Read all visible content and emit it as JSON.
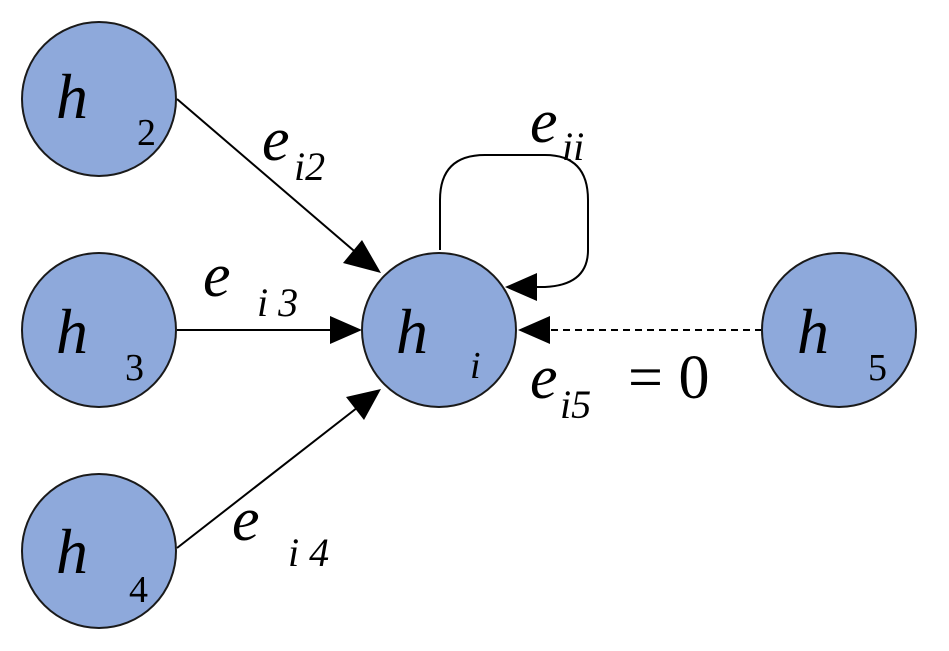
{
  "colors": {
    "node_fill": "#8EA9DB",
    "node_stroke": "#1a1a1a",
    "edge": "#000000",
    "background": "#ffffff"
  },
  "nodes": [
    {
      "id": "h2",
      "symbol": "h",
      "subscript": "2"
    },
    {
      "id": "h3",
      "symbol": "h",
      "subscript": "3"
    },
    {
      "id": "h4",
      "symbol": "h",
      "subscript": "4"
    },
    {
      "id": "hi",
      "symbol": "h",
      "subscript": "i"
    },
    {
      "id": "h5",
      "symbol": "h",
      "subscript": "5"
    }
  ],
  "edges": [
    {
      "id": "e_i2",
      "from": "h2",
      "to": "hi",
      "style": "solid",
      "symbol": "e",
      "subscript": "i2"
    },
    {
      "id": "e_i3",
      "from": "h3",
      "to": "hi",
      "style": "solid",
      "symbol": "e",
      "subscript": "i 3"
    },
    {
      "id": "e_i4",
      "from": "h4",
      "to": "hi",
      "style": "solid",
      "symbol": "e",
      "subscript": "i 4"
    },
    {
      "id": "e_ii",
      "from": "hi",
      "to": "hi",
      "style": "solid",
      "symbol": "e",
      "subscript": "ii"
    },
    {
      "id": "e_i5",
      "from": "h5",
      "to": "hi",
      "style": "dashed",
      "symbol": "e",
      "subscript": "i5",
      "value_text": "= 0"
    }
  ]
}
